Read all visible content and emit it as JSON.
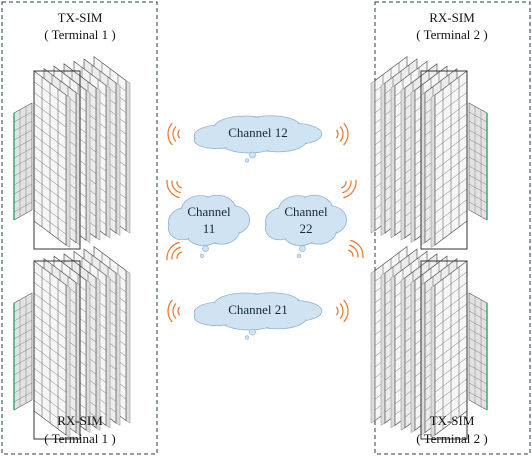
{
  "terminals": {
    "left_top": {
      "name": "TX-SIM",
      "terminal": "( Terminal 1 )"
    },
    "left_bottom": {
      "name": "RX-SIM",
      "terminal": "( Terminal 1 )"
    },
    "right_top": {
      "name": "RX-SIM",
      "terminal": "( Terminal 2 )"
    },
    "right_bottom": {
      "name": "TX-SIM",
      "terminal": "( Terminal 2 )"
    }
  },
  "channels": {
    "c12": {
      "line1": "Channel 12",
      "line2": ""
    },
    "c11": {
      "line1": "Channel",
      "line2": "11"
    },
    "c22": {
      "line1": "Channel",
      "line2": "22"
    },
    "c21": {
      "line1": "Channel 21",
      "line2": ""
    }
  },
  "colors": {
    "border": "#2a3a4a",
    "cloud_fill": "#cfe3f3",
    "cloud_stroke": "#8fb2cf",
    "wave": "#e8742a",
    "panel_face": "#f1f1f1",
    "panel_side": "#dcdcdc",
    "panel_grid": "#6b6b6b",
    "green_panel": "#3aa870"
  }
}
